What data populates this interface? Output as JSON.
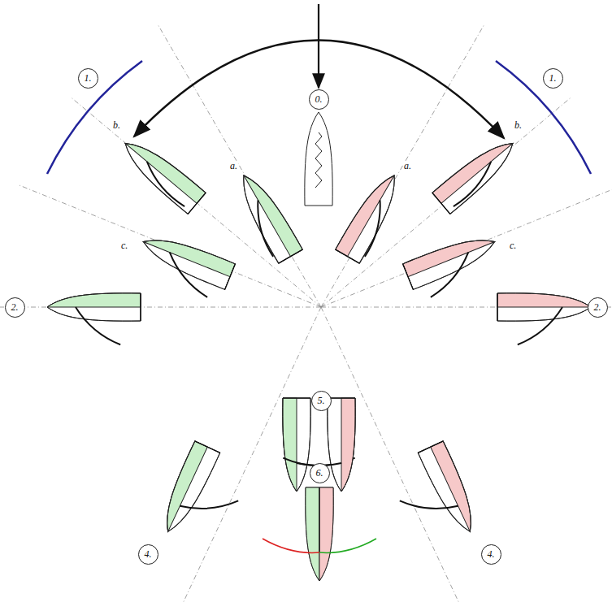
{
  "diagram": {
    "nodes": [
      {
        "text": [
          "1."
        ]
      },
      {
        "text": [
          "0."
        ]
      },
      {
        "text": [
          "1."
        ]
      },
      {
        "text": [
          "2."
        ]
      },
      {
        "text": [
          "2."
        ]
      },
      {
        "text": [
          "5."
        ]
      },
      {
        "text": [
          "6."
        ]
      },
      {
        "text": [
          "4."
        ]
      },
      {
        "text": [
          "4."
        ]
      }
    ],
    "labels": [
      "b.",
      "a.",
      "a.",
      "b.",
      "c.",
      "c."
    ]
  }
}
